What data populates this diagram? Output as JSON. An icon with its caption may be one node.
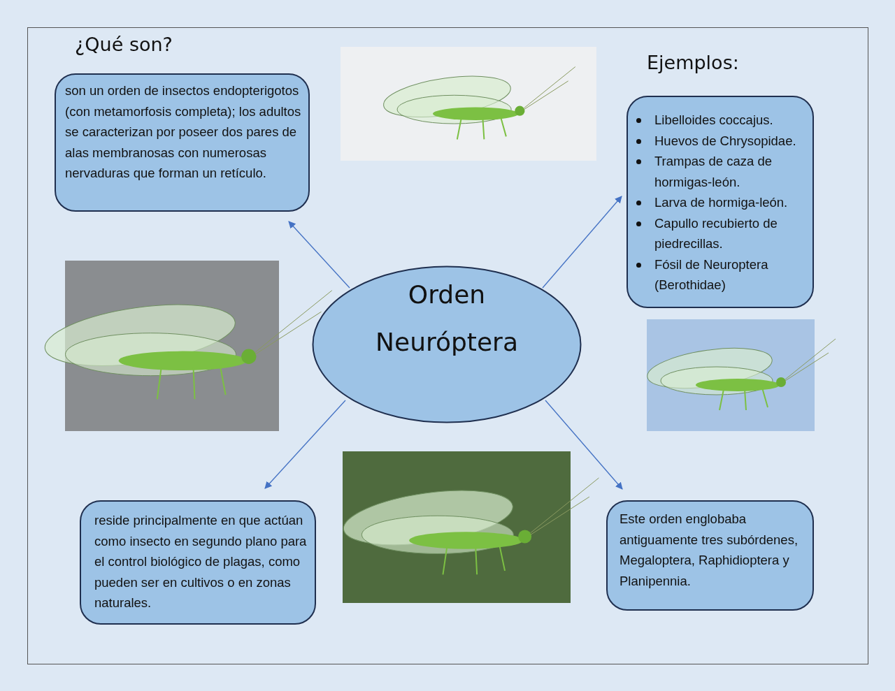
{
  "diagram": {
    "nodes": [
      {
        "text": [
          "Orden Neuróptera"
        ]
      },
      {
        "text": [
          "¿Qué son?",
          "son un orden de insectos endopterigotos (con metamorfosis completa); los adultos se caracterizan por poseer dos pares de alas membranosas con numerosas nervaduras que forman un retículo."
        ]
      },
      {
        "text": [
          "Ejemplos:",
          "Libelloides coccajus.",
          "Huevos de Chrysopidae.",
          "Trampas de caza de hormigas-león.",
          "Larva de hormiga-león.",
          "Capullo recubierto de piedrecillas.",
          "Fósil de Neuroptera (Berothidae)"
        ]
      },
      {
        "text": [
          "reside principalmente en que actúan como insecto en segundo plano para el control biológico de plagas, como pueden ser en cultivos o en zonas naturales."
        ]
      },
      {
        "text": [
          "Este orden englobaba antiguamente tres subórdenes, Megaloptera, Raphidioptera y Planipennia."
        ]
      }
    ],
    "edges": [
      {
        "from": 0,
        "to": 1,
        "arrow": "to"
      },
      {
        "from": 0,
        "to": 2,
        "arrow": "to"
      },
      {
        "from": 0,
        "to": 3,
        "arrow": "to"
      },
      {
        "from": 0,
        "to": 4,
        "arrow": "to"
      }
    ]
  }
}
